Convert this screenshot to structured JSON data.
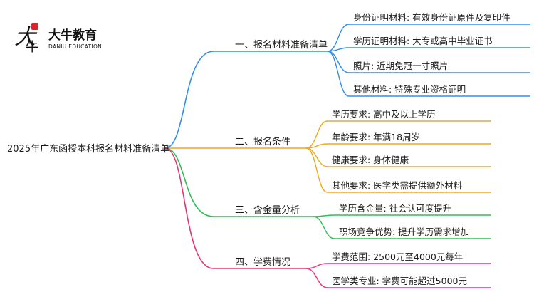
{
  "logo": {
    "name_cn": "大牛教育",
    "name_en": "DANIU EDUCATION"
  },
  "root": {
    "label": "2025年广东函授本科报名材料准备清单"
  },
  "branches": [
    {
      "label": "一、报名材料准备清单",
      "color": "#2f8df0",
      "children": [
        "身份证明材料: 有效身份证原件及复印件",
        "学历证明材料: 大专或高中毕业证书",
        "照片: 近期免冠一寸照片",
        "其他材料: 特殊专业资格证明"
      ]
    },
    {
      "label": "二、报名条件",
      "color": "#f0a81a",
      "children": [
        "学历要求: 高中及以上学历",
        "年龄要求: 年满18周岁",
        "健康要求: 身体健康",
        "其他要求: 医学类需提供额外材料"
      ]
    },
    {
      "label": "三、含金量分析",
      "color": "#2bbf55",
      "children": [
        "学历含金量: 社会认可度提升",
        "职场竞争优势: 提升学历需求增加"
      ]
    },
    {
      "label": "四、学费情况",
      "color": "#e8336e",
      "children": [
        "学费范围: 2500元至4000元每年",
        "医学类专业: 学费可能超过5000元"
      ]
    }
  ]
}
